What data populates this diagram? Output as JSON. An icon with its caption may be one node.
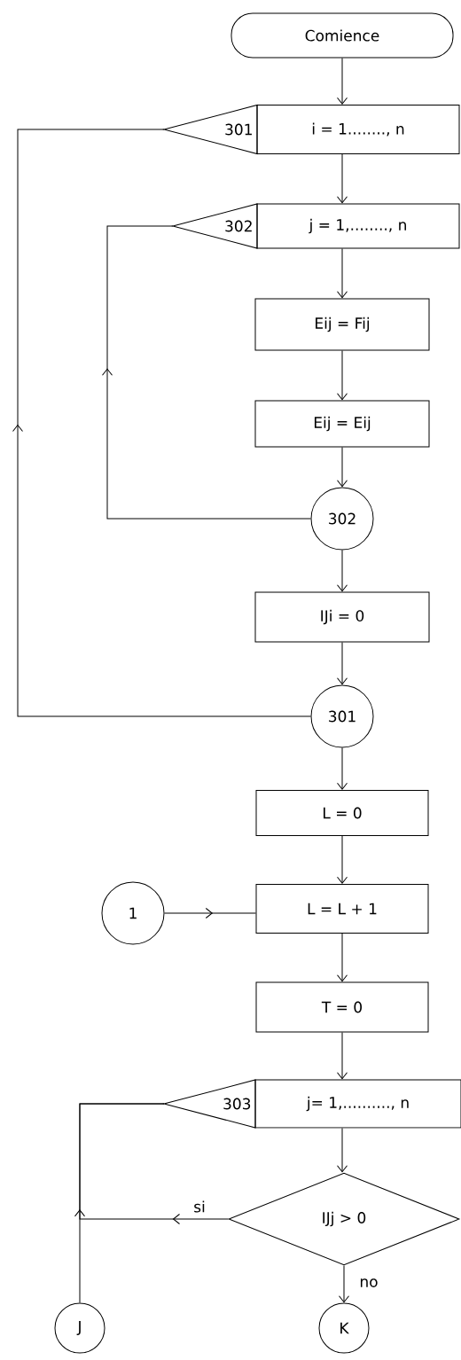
{
  "diagram": {
    "nodes": [
      {
        "text": [
          "Comience"
        ]
      },
      {
        "text": [
          "301",
          "i = 1........, n"
        ]
      },
      {
        "text": [
          "302",
          "j = 1,........, n"
        ]
      },
      {
        "text": [
          "Eij = Fij"
        ]
      },
      {
        "text": [
          "Eij = Eij"
        ]
      },
      {
        "text": [
          "302"
        ]
      },
      {
        "text": [
          "IJi = 0"
        ]
      },
      {
        "text": [
          "301"
        ]
      },
      {
        "text": [
          "L = 0"
        ]
      },
      {
        "text": [
          "L = L + 1"
        ]
      },
      {
        "text": [
          "1"
        ]
      },
      {
        "text": [
          "T = 0"
        ]
      },
      {
        "text": [
          "303",
          "j= 1,.........., n"
        ]
      },
      {
        "text": [
          "IJj > 0"
        ]
      },
      {
        "text": [
          "J"
        ]
      },
      {
        "text": [
          "K"
        ]
      }
    ],
    "edges": [
      {
        "from": 0,
        "to": 1,
        "arrow": "to"
      },
      {
        "from": 1,
        "to": 2,
        "arrow": "to"
      },
      {
        "from": 2,
        "to": 3,
        "arrow": "to"
      },
      {
        "from": 3,
        "to": 4,
        "arrow": "to"
      },
      {
        "from": 4,
        "to": 5,
        "arrow": "to"
      },
      {
        "from": 5,
        "to": 2,
        "arrow": "to"
      },
      {
        "from": 5,
        "to": 6,
        "arrow": "to"
      },
      {
        "from": 6,
        "to": 7,
        "arrow": "to"
      },
      {
        "from": 7,
        "to": 1,
        "arrow": "to"
      },
      {
        "from": 7,
        "to": 8,
        "arrow": "to"
      },
      {
        "from": 8,
        "to": 9,
        "arrow": "to"
      },
      {
        "from": 10,
        "to": 9,
        "arrow": "to"
      },
      {
        "from": 9,
        "to": 11,
        "arrow": "to"
      },
      {
        "from": 11,
        "to": 12,
        "arrow": "to"
      },
      {
        "from": 12,
        "to": 13,
        "arrow": "to"
      },
      {
        "from": 13,
        "to": 12,
        "arrow": "to",
        "label": "si"
      },
      {
        "from": 14,
        "to": 12,
        "arrow": "to"
      },
      {
        "from": 13,
        "to": 15,
        "arrow": "to",
        "label": "no"
      }
    ]
  }
}
